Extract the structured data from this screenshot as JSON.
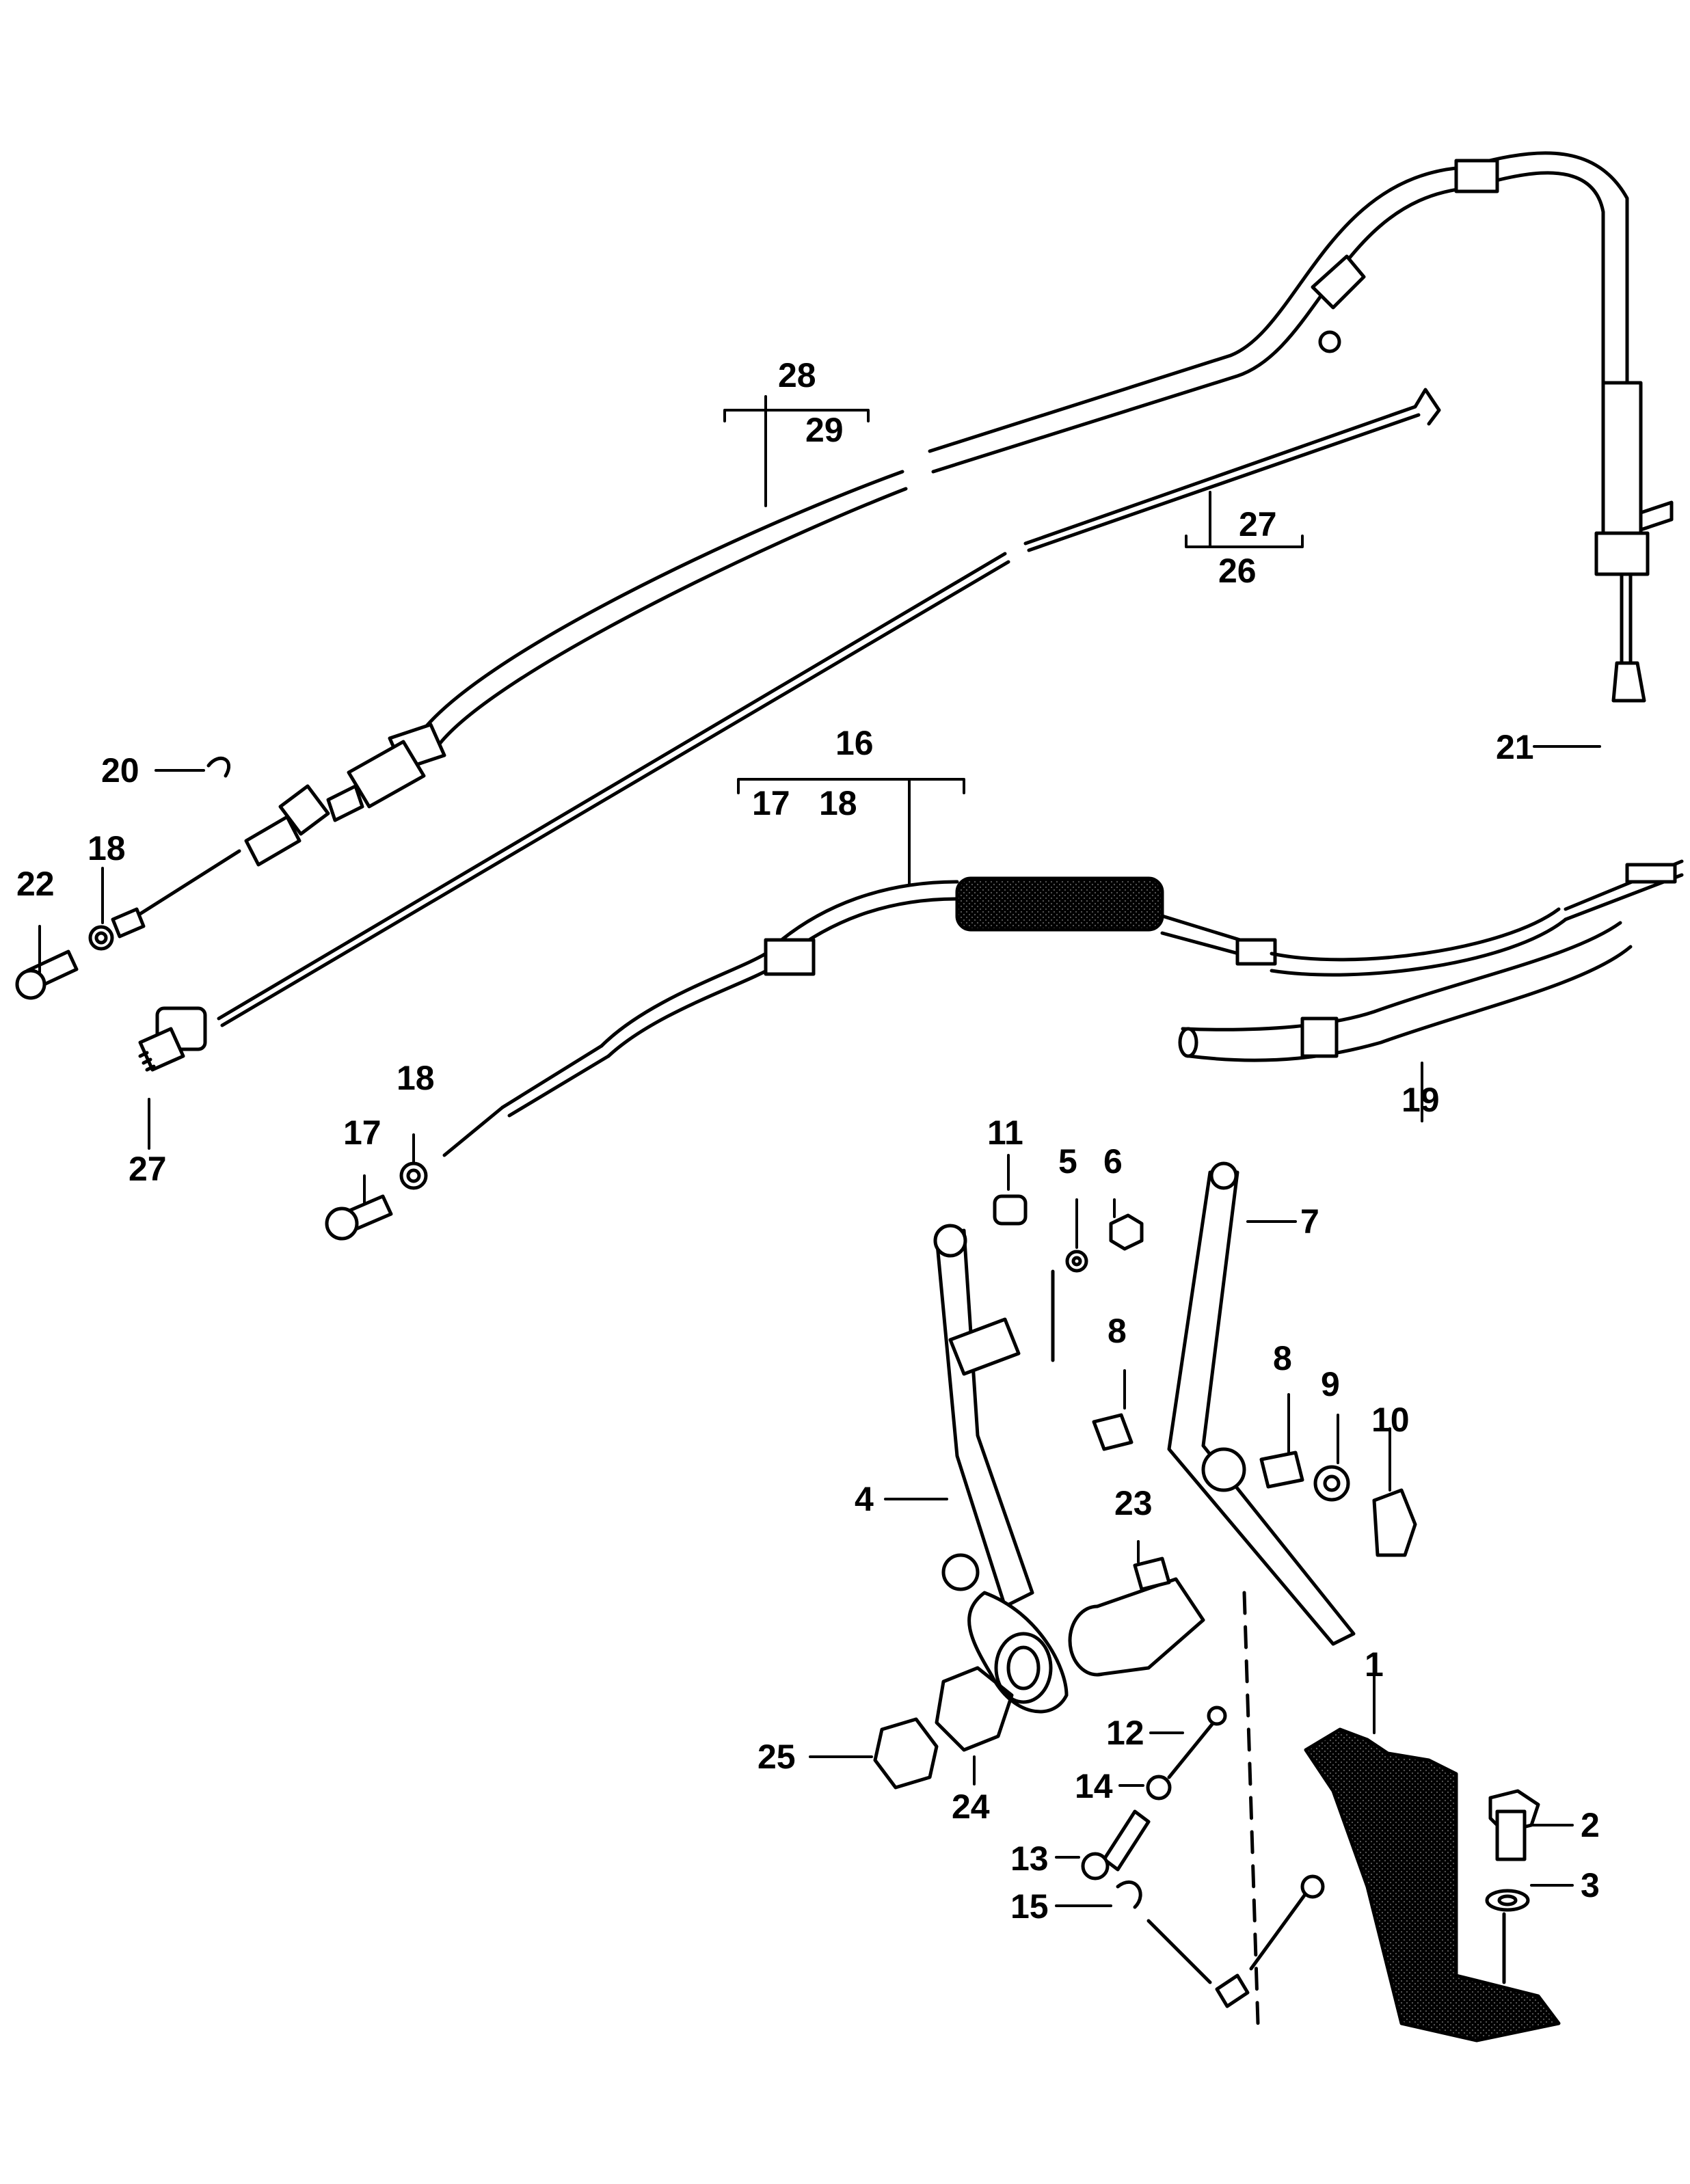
{
  "diagram": {
    "colors": {
      "line": "#000000",
      "fill": "#ffffff",
      "stipple": "#c8c8c8"
    },
    "labels": {
      "p1": "1",
      "p2": "2",
      "p3": "3",
      "p4": "4",
      "p5": "5",
      "p6": "6",
      "p7": "7",
      "p8a": "8",
      "p8b": "8",
      "p9": "9",
      "p10": "10",
      "p11": "11",
      "p12": "12",
      "p13": "13",
      "p14": "14",
      "p15": "15",
      "p16": "16",
      "p17a": "17",
      "p17b": "17",
      "p18a": "18",
      "p18b": "18",
      "p18c": "18",
      "p19": "19",
      "p20": "20",
      "p21": "21",
      "p22": "22",
      "p23": "23",
      "p24": "24",
      "p25": "25",
      "p26": "26",
      "p27a": "27",
      "p27b": "27",
      "p28": "28",
      "p29": "29"
    }
  }
}
